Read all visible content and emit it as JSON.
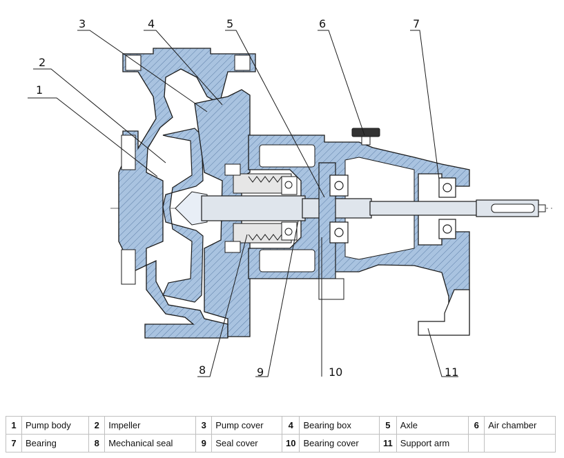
{
  "callouts": [
    "1",
    "2",
    "3",
    "4",
    "5",
    "6",
    "7",
    "8",
    "9",
    "10",
    "11"
  ],
  "legend": [
    [
      {
        "num": "1",
        "label": "Pump body"
      },
      {
        "num": "2",
        "label": "Impeller"
      },
      {
        "num": "3",
        "label": "Pump cover"
      },
      {
        "num": "4",
        "label": "Bearing box"
      },
      {
        "num": "5",
        "label": "Axle"
      },
      {
        "num": "6",
        "label": "Air chamber"
      }
    ],
    [
      {
        "num": "7",
        "label": "Bearing"
      },
      {
        "num": "8",
        "label": "Mechanical seal"
      },
      {
        "num": "9",
        "label": "Seal cover"
      },
      {
        "num": "10",
        "label": "Bearing cover"
      },
      {
        "num": "11",
        "label": "Support arm"
      }
    ]
  ],
  "colors": {
    "lining": "#a9c3e0",
    "section": "#8fb3d9",
    "outline": "#1a1a1a",
    "hatch": "#5d7fa8"
  }
}
